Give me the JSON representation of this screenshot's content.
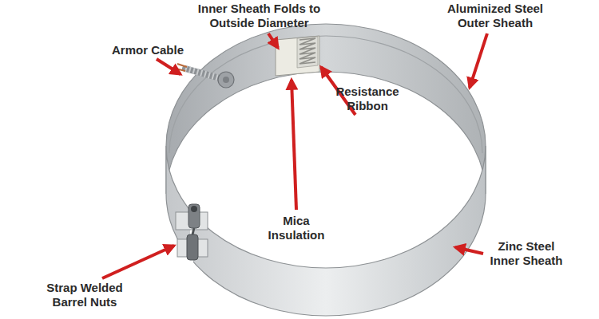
{
  "diagram": {
    "labels": [
      "Inner Sheath Folds to Outside Diameter",
      "Aluminized Steel Outer Sheath",
      "Armor Cable",
      "Resistance Ribbon",
      "Mica Insulation",
      "Strap Welded Barrel Nuts",
      "Zinc Steel Inner Sheath"
    ]
  }
}
